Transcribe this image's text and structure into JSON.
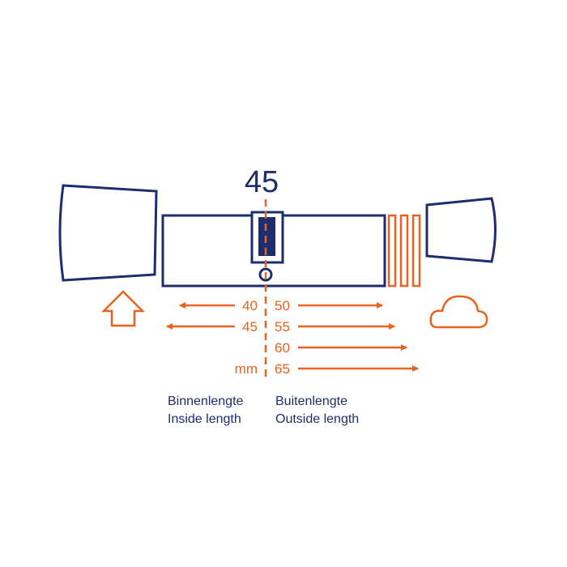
{
  "diagram": {
    "center_value": "45",
    "inside": {
      "values": [
        "40",
        "45"
      ],
      "unit": "mm",
      "label_nl": "Binnenlengte",
      "label_en": "Inside length"
    },
    "outside": {
      "values": [
        "50",
        "55",
        "60",
        "65"
      ],
      "label_nl": "Buitenlengte",
      "label_en": "Outside length"
    },
    "icons": [
      "house-icon",
      "cloud-icon"
    ],
    "colors": {
      "navy": "#1e2d6e",
      "orange": "#e8631f"
    }
  }
}
